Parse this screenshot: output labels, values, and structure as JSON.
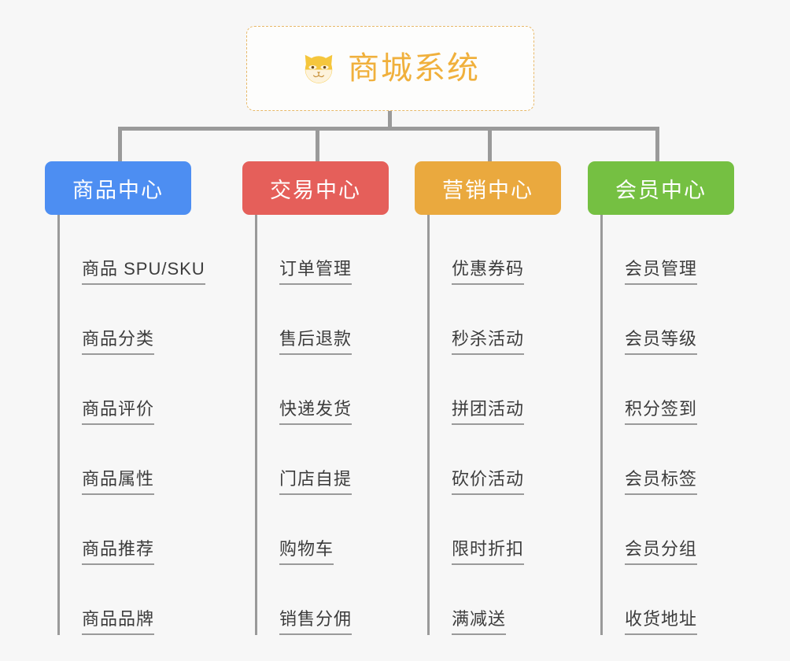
{
  "root": {
    "title": "商城系统",
    "icon": "shiba-dog-face-icon",
    "border_color": "#e8b96a",
    "text_color": "#f0b03c",
    "background": "#fdfdfc"
  },
  "canvas": {
    "background": "#f7f7f7",
    "connector_color": "#9a9a9a"
  },
  "branches": [
    {
      "label": "商品中心",
      "color": "#4d8ef2",
      "leaves": [
        {
          "label": "商品 SPU/SKU"
        },
        {
          "label": "商品分类"
        },
        {
          "label": "商品评价"
        },
        {
          "label": "商品属性"
        },
        {
          "label": "商品推荐"
        },
        {
          "label": "商品品牌"
        }
      ]
    },
    {
      "label": "交易中心",
      "color": "#e55f5a",
      "leaves": [
        {
          "label": "订单管理"
        },
        {
          "label": "售后退款"
        },
        {
          "label": "快递发货"
        },
        {
          "label": "门店自提"
        },
        {
          "label": "购物车"
        },
        {
          "label": "销售分佣"
        }
      ]
    },
    {
      "label": "营销中心",
      "color": "#eaa93e",
      "leaves": [
        {
          "label": "优惠券码"
        },
        {
          "label": "秒杀活动"
        },
        {
          "label": "拼团活动"
        },
        {
          "label": "砍价活动"
        },
        {
          "label": "限时折扣"
        },
        {
          "label": "满减送"
        }
      ]
    },
    {
      "label": "会员中心",
      "color": "#75c042",
      "leaves": [
        {
          "label": "会员管理"
        },
        {
          "label": "会员等级"
        },
        {
          "label": "积分签到"
        },
        {
          "label": "会员标签"
        },
        {
          "label": "会员分组"
        },
        {
          "label": "收货地址"
        }
      ]
    }
  ]
}
